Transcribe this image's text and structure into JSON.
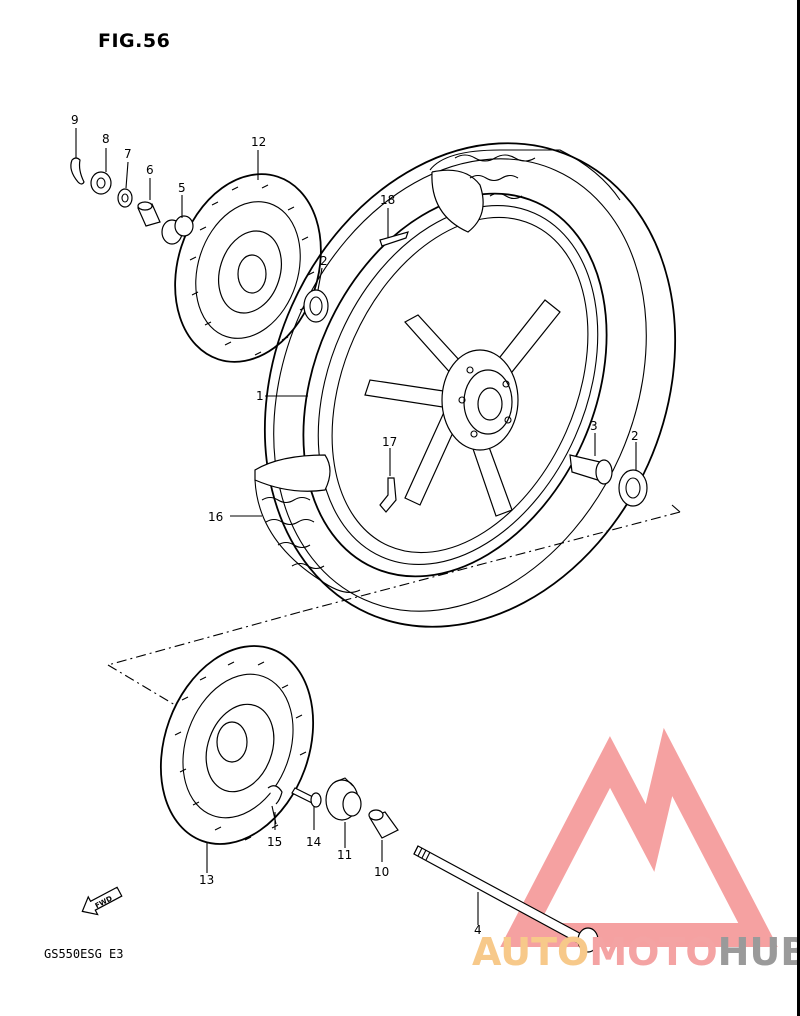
{
  "figure": {
    "title": "FIG.56",
    "model_code": "GS550ESG E3",
    "fwd_label": "FWD"
  },
  "callouts": {
    "c1": "1",
    "c2a": "2",
    "c2b": "2",
    "c3": "3",
    "c4": "4",
    "c5": "5",
    "c6": "6",
    "c7": "7",
    "c8": "8",
    "c9": "9",
    "c10": "10",
    "c11": "11",
    "c12": "12",
    "c13": "13",
    "c14": "14",
    "c15": "15",
    "c16": "16",
    "c17": "17",
    "c18": "18"
  },
  "watermark": {
    "part1": "AUTO",
    "part2": "MOTO",
    "part3": "HUB",
    "colors": {
      "auto": "#f7c98a",
      "moto": "#f4a3a3",
      "hub": "#9a9a9a",
      "logo": "#f28a8a"
    }
  }
}
